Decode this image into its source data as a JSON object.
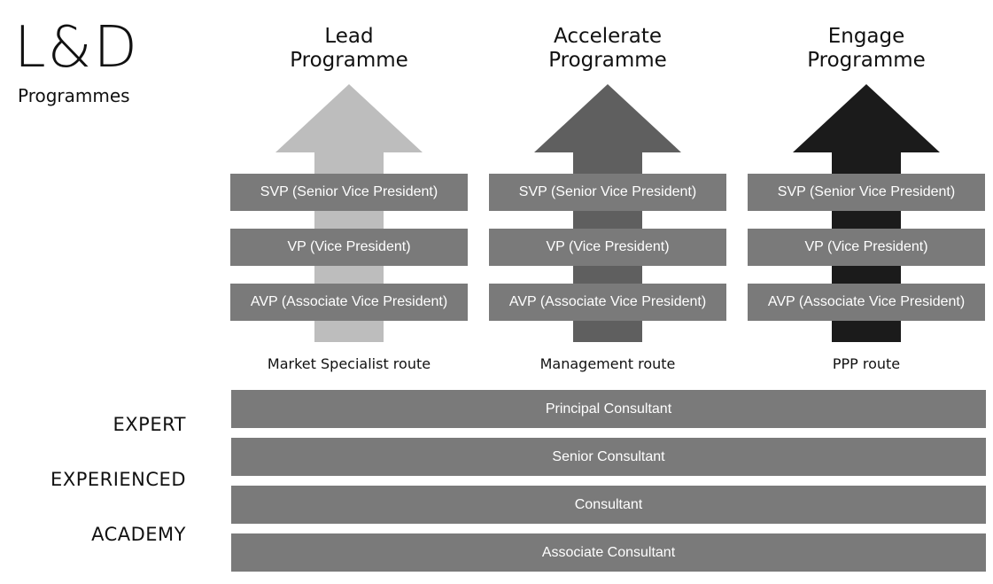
{
  "brand": {
    "title": "L&D",
    "subtitle": "Programmes"
  },
  "colors": {
    "bar": "#7a7a7a",
    "base_bar": "#7a7a7a",
    "lead_arrow": "#bdbdbd",
    "accelerate_arrow": "#5f5f5f",
    "engage_arrow": "#1b1b1b"
  },
  "programmes": [
    {
      "title_line1": "Lead",
      "title_line2": "Programme",
      "arrow_icon": "up-arrow-light-grey",
      "roles": [
        "SVP (Senior Vice President)",
        "VP (Vice President)",
        "AVP (Associate Vice President)"
      ],
      "route": "Market Specialist route"
    },
    {
      "title_line1": "Accelerate",
      "title_line2": "Programme",
      "arrow_icon": "up-arrow-dark-grey",
      "roles": [
        "SVP (Senior Vice President)",
        "VP (Vice President)",
        "AVP (Associate Vice President)"
      ],
      "route": "Management route"
    },
    {
      "title_line1": "Engage",
      "title_line2": "Programme",
      "arrow_icon": "up-arrow-black",
      "roles": [
        "SVP (Senior Vice President)",
        "VP (Vice President)",
        "AVP (Associate Vice President)"
      ],
      "route": "PPP route"
    }
  ],
  "levels": [
    "EXPERT",
    "EXPERIENCED",
    "ACADEMY"
  ],
  "base_roles": [
    "Principal Consultant",
    "Senior Consultant",
    "Consultant",
    "Associate Consultant"
  ]
}
